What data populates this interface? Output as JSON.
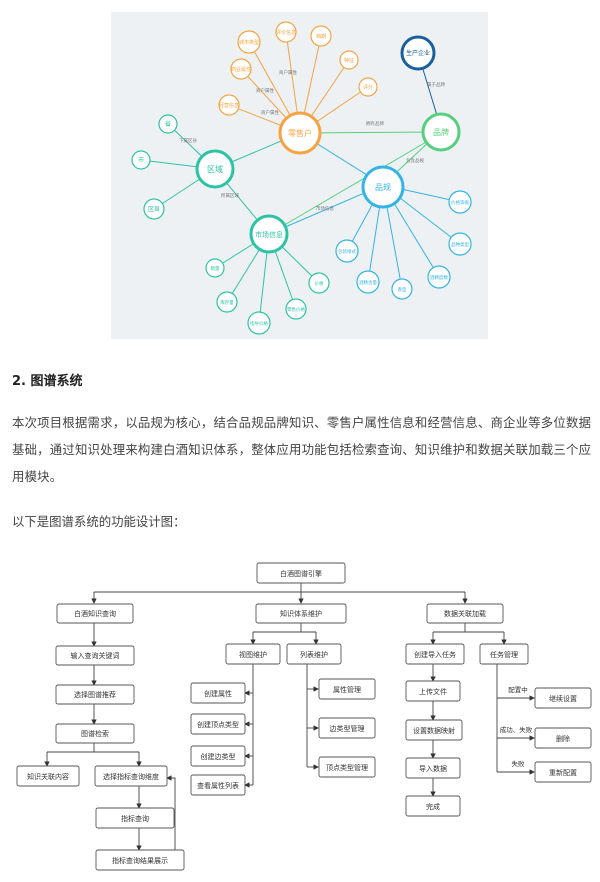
{
  "kg": {
    "center_retail": "零售户",
    "center_brand": "品牌",
    "center_spec": "品规",
    "center_region": "区域",
    "center_market": "市场信息",
    "producer": "生产企业",
    "retail_attrs": [
      "城市类型",
      "评价信息",
      "档期",
      "特征",
      "评分",
      "商业属性",
      "经营信息"
    ],
    "region_items": [
      "省",
      "市",
      "区县"
    ],
    "market_items": [
      "销量",
      "库存量",
      "价格",
      "指导价格",
      "零售价格"
    ],
    "spec_items": [
      "包装样式",
      "酒精含量",
      "香型",
      "酒精度数",
      "价格等级",
      "品种类型"
    ],
    "edge_labels": [
      "商户属性",
      "拥有品牌",
      "属于品牌",
      "下属区县",
      "包含品规",
      "所属区域",
      "市场信息"
    ]
  },
  "section": {
    "title": "2. 图谱系统",
    "paragraph": "本次项目根据需求，以品规为核心，结合品规品牌知识、零售户属性信息和经营信息、商企业等多位数据基础，通过知识处理来构建白酒知识体系，整体应用功能包括检索查询、知识维护和数据关联加载三个应用模块。",
    "intro": "以下是图谱系统的功能设计图："
  },
  "flow": {
    "root": "白酒图谱引擎",
    "mod1": "白酒知识查询",
    "mod2": "知识体系维护",
    "mod3": "数据关联加载",
    "q1": "输入查询关键词",
    "q2": "选择图谱推荐",
    "q3": "图谱检索",
    "q4a": "知识关联内容",
    "q4b": "选择指标查询维度",
    "q5": "指标查询",
    "q6": "指标查询结果展示",
    "m_a": "视图维护",
    "m_b": "列表维护",
    "ma1": "创建属性",
    "ma2": "创建顶点类型",
    "ma3": "创建边类型",
    "ma4": "查看属性列表",
    "mb1": "属性管理",
    "mb2": "边类型管理",
    "mb3": "顶点类型管理",
    "d_a": "创建导入任务",
    "d_b": "任务管理",
    "da1": "上传文件",
    "da2": "设置数据映射",
    "da3": "导入数据",
    "da4": "完成",
    "db1": "继续设置",
    "db2": "删除",
    "db3": "重新配置",
    "lbl_cfg": "配置中",
    "lbl_ok": "成功、失败",
    "lbl_fail": "失败"
  },
  "colors": {
    "orange": "#f5a341",
    "teal": "#2cc3a5",
    "blue": "#35b3e6",
    "green": "#54d07e",
    "navy": "#1a5f9c"
  }
}
